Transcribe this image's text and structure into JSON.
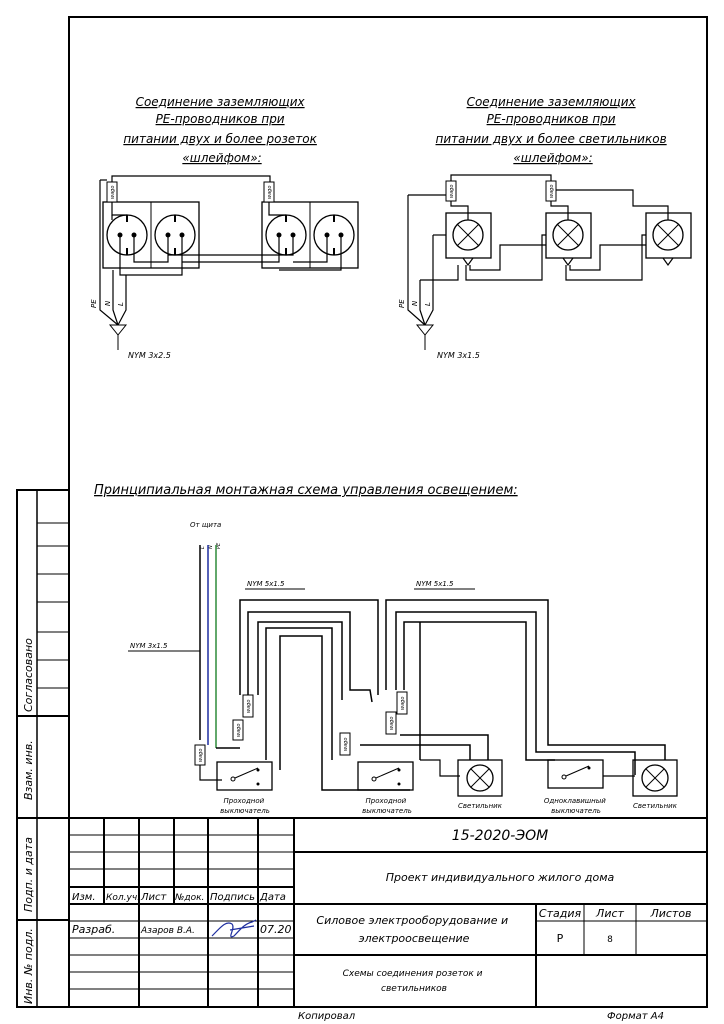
{
  "diagram1": {
    "title": [
      "Соединение заземляющих",
      "PE-проводников при",
      "питании двух и более розеток",
      "«шлейфом»:"
    ],
    "cable": "NYM 3x2.5",
    "wires": {
      "pe": "PE",
      "n": "N",
      "l": "L"
    },
    "box_label": "wago"
  },
  "diagram2": {
    "title": [
      "Соединение заземляющих",
      "PE-проводников при",
      "питании двух и более светильников",
      "«шлейфом»:"
    ],
    "cable": "NYM 3x1.5",
    "wires": {
      "pe": "PE",
      "n": "N",
      "l": "L"
    },
    "box_label": "wago"
  },
  "diagram3": {
    "title": "Принципиальная монтажная схема управления освещением:",
    "source": "От щита",
    "source_wires": [
      "L",
      "N",
      "PE"
    ],
    "cable_in": "NYM 3x1.5",
    "cable_1": "NYM 5x1.5",
    "cable_2": "NYM 5x1.5",
    "box_label": "wago",
    "labels": {
      "switch1": [
        "Проходной",
        "выключатель"
      ],
      "switch2": [
        "Проходной",
        "выключатель"
      ],
      "lamp1": "Светильник",
      "switch3": [
        "Одноклавишный",
        "выключатель"
      ],
      "lamp2": "Светильник"
    },
    "colors": {
      "green": "#2e8b3a",
      "blue": "#1f2fa0",
      "black": "#000000",
      "gray": "#8a8a8a"
    }
  },
  "side_stamp": {
    "agreed": "Согласовано",
    "replace": "Взам. инв.",
    "sign_date": "Подп. и дата",
    "inv_no": "Инв. № подл."
  },
  "title_block": {
    "code": "15-2020-ЭОМ",
    "project": "Проект индивидуального жилого дома",
    "section": [
      "Силовое электрооборудование и",
      "электроосвещение"
    ],
    "sheet_title": [
      "Схемы соединения розеток и",
      "светильников"
    ],
    "col_headers": [
      "Изм.",
      "Кол.уч.",
      "Лист",
      "№док.",
      "Подпись",
      "Дата"
    ],
    "developer_role": "Разраб.",
    "developer_name": "Азаров В.А.",
    "date": "07.20",
    "stage_header": "Стадия",
    "sheet_header": "Лист",
    "sheets_header": "Листов",
    "stage": "Р",
    "sheet_no": "8",
    "sheets_total": ""
  },
  "footer": {
    "copied": "Копировал",
    "format": "Формат А4"
  }
}
